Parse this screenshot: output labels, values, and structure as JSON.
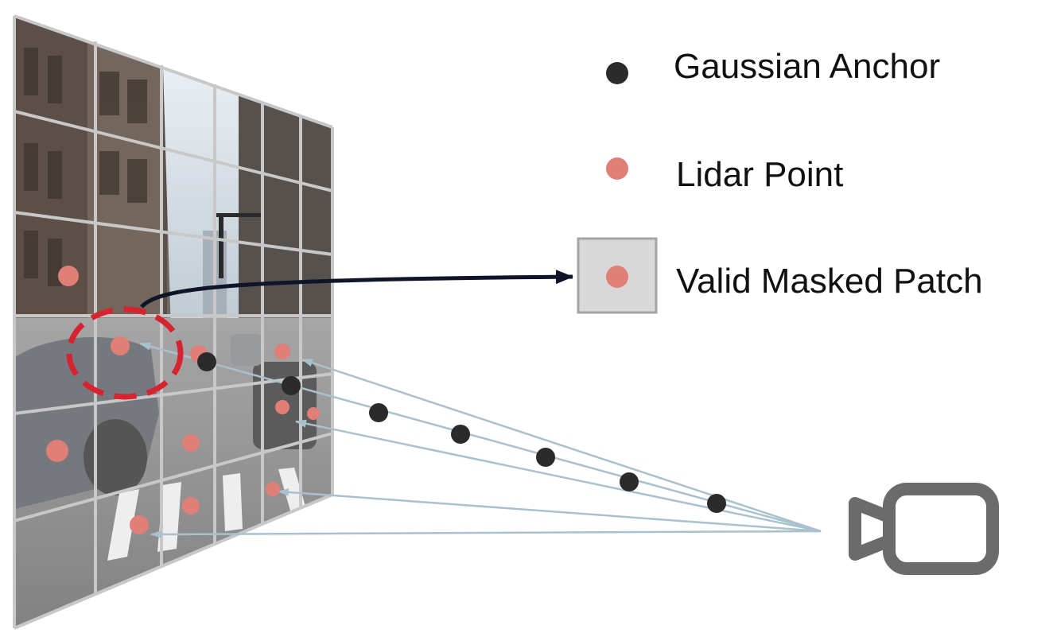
{
  "legend": {
    "gaussian_anchor": "Gaussian Anchor",
    "lidar_point": "Lidar Point",
    "valid_masked_patch": "Valid Masked Patch"
  },
  "colors": {
    "gaussian_anchor": "#2b2b2b",
    "lidar_point": "#e07f78",
    "mask_circle": "#d7222f",
    "ray": "#a9c1cc",
    "arrow": "#0f1428",
    "masked_patch_fill": "#d8d8d8",
    "grid_line": "#c8c8c8",
    "camera": "#6b6b6b"
  },
  "icons": {
    "camera": "video-camera-icon"
  }
}
